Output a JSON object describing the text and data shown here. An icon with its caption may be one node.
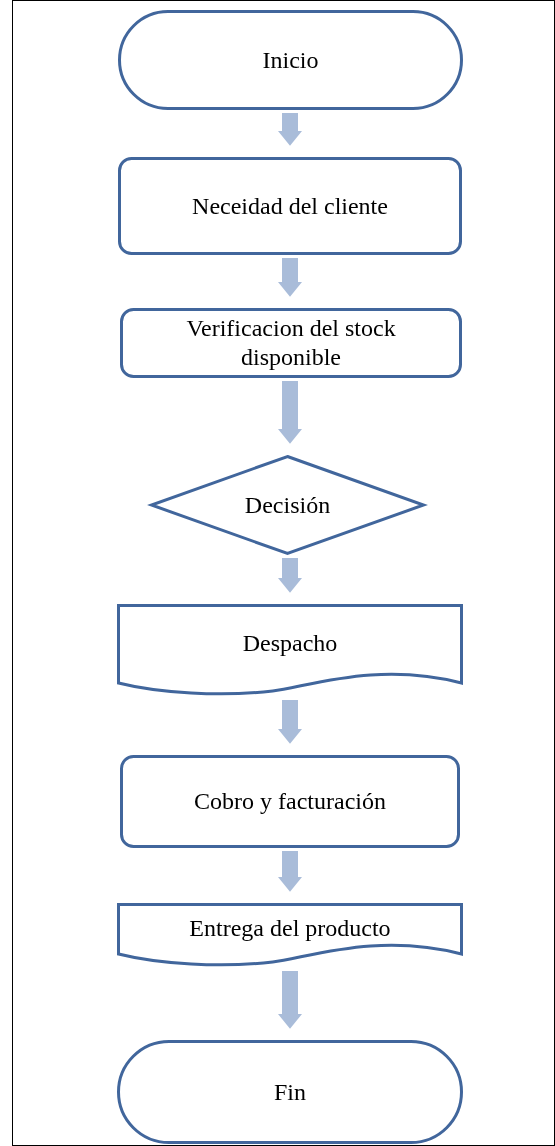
{
  "diagram": {
    "nodes": [
      {
        "text": [
          "Inicio"
        ]
      },
      {
        "text": [
          "Neceidad del cliente"
        ]
      },
      {
        "text": [
          "Verificacion del stock disponible"
        ]
      },
      {
        "text": [
          "Decisión"
        ]
      },
      {
        "text": [
          "Despacho"
        ]
      },
      {
        "text": [
          "Cobro y facturación"
        ]
      },
      {
        "text": [
          "Entrega del producto"
        ]
      },
      {
        "text": [
          "Fin"
        ]
      }
    ],
    "edges": [
      {
        "from": 0,
        "to": 1,
        "arrow": "to"
      },
      {
        "from": 1,
        "to": 2,
        "arrow": "to"
      },
      {
        "from": 2,
        "to": 3,
        "arrow": "to"
      },
      {
        "from": 3,
        "to": 4,
        "arrow": "to"
      },
      {
        "from": 4,
        "to": 5,
        "arrow": "to"
      },
      {
        "from": 5,
        "to": 6,
        "arrow": "to"
      },
      {
        "from": 6,
        "to": 7,
        "arrow": "to"
      }
    ]
  }
}
